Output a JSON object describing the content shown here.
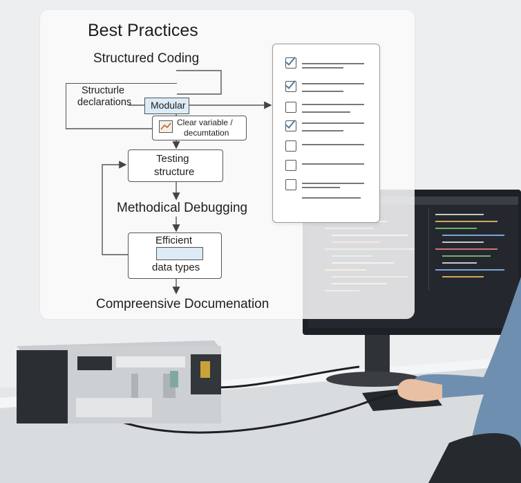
{
  "diagram": {
    "title": "Best Practices",
    "structured_coding": "Structured Coding",
    "structure_box": {
      "line1": "Structurle",
      "line2": "declarations"
    },
    "modular": "Modular",
    "clear_variable": {
      "line1": "Clear variable /",
      "line2": "decumtation"
    },
    "testing": {
      "line1": "Testing",
      "line2": "structure"
    },
    "methodical": "Methodical Debugging",
    "efficient": {
      "line1": "Efficient",
      "line2": "data types"
    },
    "documentation": "Compreensive Documenation"
  },
  "checklist": {
    "items": [
      {
        "checked": true
      },
      {
        "checked": true
      },
      {
        "checked": false
      },
      {
        "checked": true
      },
      {
        "checked": false
      },
      {
        "checked": false
      },
      {
        "checked": false
      }
    ]
  },
  "colors": {
    "highlight": "#dcebf6",
    "check": "#4d7fa6",
    "panel": "#fafafb"
  }
}
